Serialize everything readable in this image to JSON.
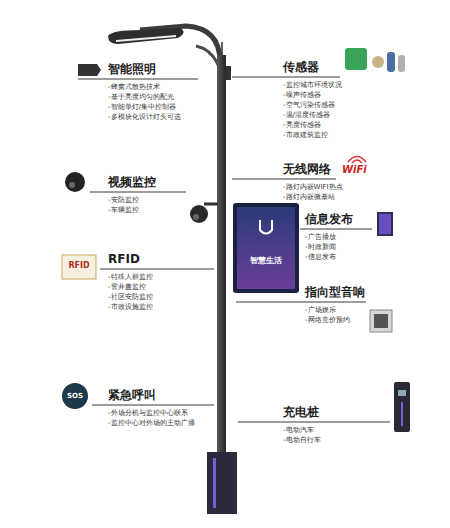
{
  "diagram": {
    "nodes": [
      {
        "text": [
          "智能照明",
          "-蜂窝式散热技术",
          "-基于亮度均匀的配光",
          "-智能单灯/集中控制器",
          "-多模块化设计灯头可选"
        ]
      },
      {
        "text": [
          "传感器",
          "-监控城市环境状况",
          "-噪声传感器",
          "-空气污染传感器",
          "-温/湿度传感器",
          "-亮度传感器",
          "-市政建筑监控"
        ]
      },
      {
        "text": [
          "无线网络",
          "-路灯内嵌WIFI热点",
          "-路灯内嵌微基站"
        ]
      },
      {
        "text": [
          "视频监控",
          "-安防监控",
          "-车辆监控"
        ]
      },
      {
        "text": [
          "信息发布",
          "-广告播放",
          "-时政新闻",
          "-信息发布"
        ]
      },
      {
        "text": [
          "RFID",
          "-特殊人群监控",
          "-窨井盖监控",
          "-社区安防监控",
          "-市政设施监控"
        ]
      },
      {
        "text": [
          "指向型音响",
          "-广场娱乐",
          "-网络竞价预约"
        ]
      },
      {
        "text": [
          "紧急呼叫",
          "-外场分机与监控中心联系",
          "-监控中心对外场的主动广播"
        ]
      },
      {
        "text": [
          "充电桩",
          "-电动汽车",
          "-电动自行车"
        ]
      }
    ],
    "labels": [
      "WiFi",
      "RFID",
      "SOS",
      "智慧生活"
    ]
  }
}
